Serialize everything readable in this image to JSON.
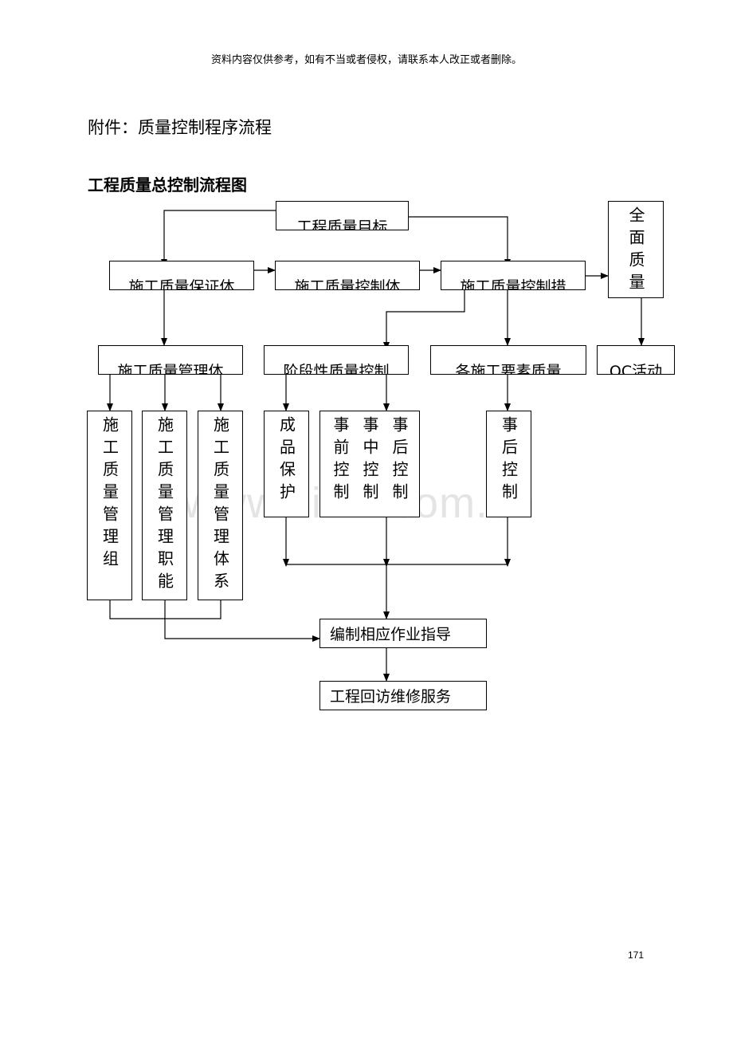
{
  "header": {
    "disclaimer": "资料内容仅供参考，如有不当或者侵权，请联系本人改正或者删除。"
  },
  "document": {
    "attachment_title": "附件：质量控制程序流程",
    "chart_title": "工程质量总控制流程图",
    "watermark": "www.zixin.com.cn",
    "page_number": "171"
  },
  "diagram": {
    "top": "工程质量目标",
    "guarantee": "施工质量保证体",
    "control": "施工质量控制体",
    "measures": "施工质量控制措",
    "tqm": "全面质量",
    "mgmt": "施工质量管理体",
    "stage": "阶段性质量控制",
    "factors": "各施工要素质量",
    "qc": "QC活动",
    "group": "施工质量管理组",
    "duty": "施工质量管理职能",
    "system": "施工质量管理体系",
    "protect": "成品保护",
    "pre": "事前控制",
    "mid": "事中控制",
    "post": "事后控制",
    "post2": "事后控制",
    "guide": "编制相应作业指导",
    "service": "工程回访维修服务"
  }
}
